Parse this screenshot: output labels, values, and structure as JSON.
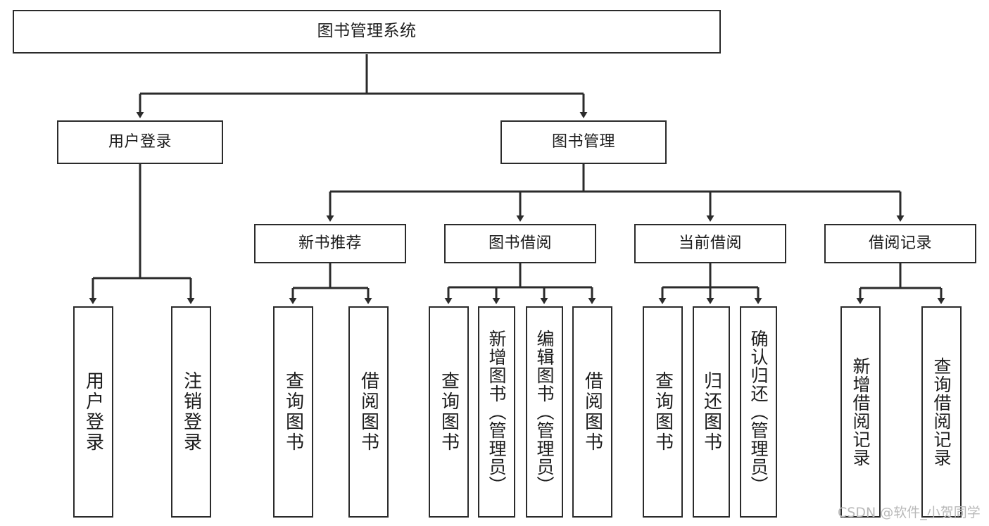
{
  "diagram": {
    "type": "tree-hierarchy-chart",
    "title": "图书管理系统",
    "stroke_color": "#2b2b2b",
    "text_color": "#1c1c1c",
    "background_color": "#ffffff",
    "nodes": {
      "root": {
        "label": "图书管理系统"
      },
      "level1": [
        {
          "id": "user-login",
          "label": "用户登录"
        },
        {
          "id": "book-management",
          "label": "图书管理"
        }
      ],
      "level2": [
        {
          "id": "new-book-recommend",
          "label": "新书推荐"
        },
        {
          "id": "book-borrow",
          "label": "图书借阅"
        },
        {
          "id": "current-borrow",
          "label": "当前借阅"
        },
        {
          "id": "borrow-record",
          "label": "借阅记录"
        }
      ],
      "leaves": {
        "user_login": [
          {
            "id": "leaf-user-login",
            "label": "用户登录"
          },
          {
            "id": "leaf-logout-login",
            "label": "注销登录"
          }
        ],
        "new_book_recommend": [
          {
            "id": "leaf-query-book-1",
            "label": "查询图书"
          },
          {
            "id": "leaf-borrow-book-1",
            "label": "借阅图书"
          }
        ],
        "book_borrow": [
          {
            "id": "leaf-query-book-2",
            "label": "查询图书"
          },
          {
            "id": "leaf-add-book",
            "label": "新增图书（管理员）"
          },
          {
            "id": "leaf-edit-book",
            "label": "编辑图书（管理员）"
          },
          {
            "id": "leaf-borrow-book-2",
            "label": "借阅图书"
          }
        ],
        "current_borrow": [
          {
            "id": "leaf-query-book-3",
            "label": "查询图书"
          },
          {
            "id": "leaf-return-book",
            "label": "归还图书"
          },
          {
            "id": "leaf-confirm-return",
            "label": "确认归还（管理员）"
          }
        ],
        "borrow_record": [
          {
            "id": "leaf-add-record",
            "label": "新增借阅记录"
          },
          {
            "id": "leaf-query-record",
            "label": "查询借阅记录"
          }
        ]
      }
    }
  },
  "watermark": {
    "text": "CSDN @软件_小贺同学"
  }
}
